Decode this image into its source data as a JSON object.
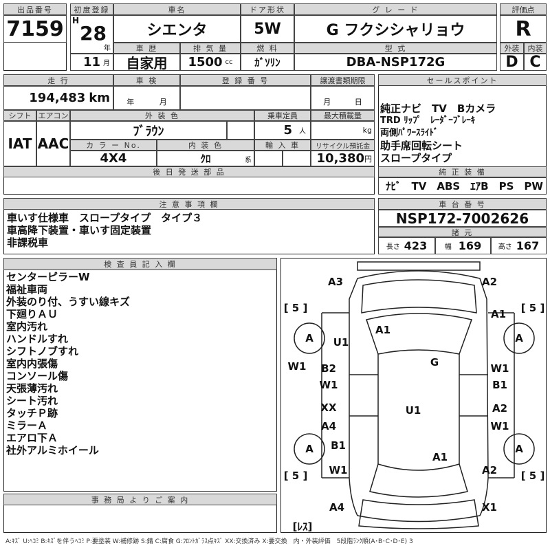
{
  "header": {
    "lot_label": "出品番号",
    "lot": "7159",
    "first_reg_label": "初度登録",
    "era": "H",
    "year": "28",
    "year_unit": "年",
    "month": "11",
    "month_unit": "月",
    "name_label": "車名",
    "name": "シエンタ",
    "door_label": "ドア形状",
    "door": "5W",
    "grade_label": "グ レ ー ド",
    "grade": "G フクシシャリョウ",
    "score_label": "評価点",
    "score": "R",
    "history_label": "車 歴",
    "history": "自家用",
    "disp_label": "排 気 量",
    "disp": "1500",
    "disp_unit": "cc",
    "fuel_label": "燃 料",
    "fuel": "ｶﾞｿﾘﾝ",
    "model_label": "型 式",
    "model": "DBA-NSP172G",
    "ext_label": "外装",
    "ext": "D",
    "int_label": "内装",
    "int": "C"
  },
  "info": {
    "mileage_label": "走 行",
    "mileage": "194,483",
    "mileage_unit": "km",
    "inspection_label": "車 検",
    "y_unit": "年",
    "m_unit": "月",
    "reg_label": "登 録 番 号",
    "transfer_label": "譲渡書類期限",
    "d_unit": "日",
    "shift_label": "シフト",
    "shift": "IAT",
    "ac_label": "エアコン",
    "ac": "AAC",
    "color_label": "外 装 色",
    "color": "ﾌﾞﾗｳﾝ",
    "seats_label": "乗車定員",
    "seats": "5",
    "seats_unit": "人",
    "load_label": "最大積載量",
    "load_unit": "kg",
    "colorno_label": "カ ラ ー No.",
    "colorno": "4X4",
    "interior_label": "内 装 色",
    "interior": "ｸﾛ",
    "interior_unit": "系",
    "import_label": "輸 入 車",
    "recycle_label": "リサイクル預託金",
    "recycle": "10,380",
    "recycle_unit": "円",
    "later_label": "後 日 発 送 部 品"
  },
  "sale": {
    "label": "セールスポイント",
    "points": [
      "純正ナビ　TV　Bカメラ",
      "TRD ﾘｯﾌﾟ　ﾚｰﾀﾞｰﾌﾞﾚｰｷ",
      "両側ﾊﾟﾜｰｽﾗｲﾄﾞ",
      "助手席回転シート",
      "スロープタイプ"
    ],
    "equip_label": "純 正 装 備",
    "equip": "ﾅﾋﾞ　TV　ABS　ｴｱB　PS　PW"
  },
  "notes": {
    "label": "注 意 事 項 欄",
    "lines": [
      "車いす仕様車　スロープタイプ　タイプ３",
      "車高降下装置・車いす固定装置",
      "非課税車"
    ]
  },
  "chassis": {
    "label": "車 台 番 号",
    "number": "NSP172-7002626",
    "spec_label": "諸 元",
    "len_label": "長さ",
    "len": "423",
    "wid_label": "幅",
    "wid": "169",
    "hei_label": "高さ",
    "hei": "167"
  },
  "inspector": {
    "label": "検 査 員 記 入 欄",
    "lines": [
      "センターピラーW",
      "福祉車両",
      "外装のり付、うすい線キズ",
      "下廻りＡＵ",
      "室内汚れ",
      "ハンドルすれ",
      "シフトノブすれ",
      "室内内張傷",
      "コンソール傷",
      "天張薄汚れ",
      "シート汚れ",
      "タッチＰ跡",
      "ミラーＡ",
      "エアロ下Ａ",
      "社外アルミホイール"
    ]
  },
  "office": {
    "label": "事 務 局 よ り ご 案 内"
  },
  "diagram": {
    "labels": [
      "A3",
      "A2",
      "[ 5 ]",
      "[ 5 ]",
      "A1",
      "A",
      "U1",
      "A1",
      "A",
      "W1",
      "B2",
      "G",
      "W1",
      "W1",
      "B1",
      "XX",
      "U1",
      "A2",
      "A4",
      "W1",
      "A",
      "B1",
      "A1",
      "A",
      "[ 5 ]",
      "W1",
      "A2",
      "[ 5 ]",
      "A4",
      "X1",
      "[ﾚｽ]"
    ]
  },
  "legend": "A:ｷｽﾞ U:ﾍｺﾐ B:ｷｽﾞを伴うﾍｺﾐ P:要塗装 W:補修跡 S:錆 C:腐食 G:ﾌﾛﾝﾄｶﾞﾗｽ点ｷｽﾞ XX:交換済み X:要交換　内・外装評価　5段階ﾗﾝｸ順(A･B･C･D･E) 3"
}
